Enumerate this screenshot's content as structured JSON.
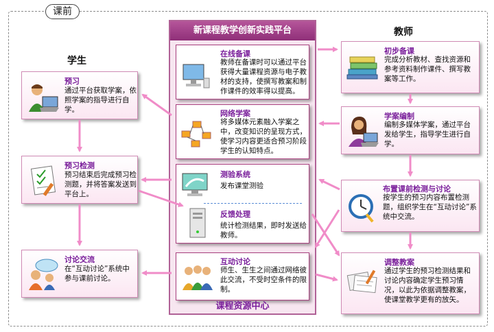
{
  "section_label": "课前",
  "student_title": "学生",
  "teacher_title": "教师",
  "platform": {
    "title": "新课程教学创新实践平台",
    "footer": "课程资源中心"
  },
  "center": {
    "online_prep": {
      "title": "在线备课",
      "desc": "教师在备课时可以通过平台获得大量课程资源与电子教材的支持，使撰写教案和制作课件的效率得以提高。"
    },
    "network_plan": {
      "title": "网络学案",
      "desc": "将多媒体元素融入学案之中，改变知识的呈现方式，使学习内容更适合预习阶段学生的认知特点。"
    },
    "test_system": {
      "title": "测验系统",
      "desc": "发布课堂测验"
    },
    "feedback": {
      "title": "反馈处理",
      "desc": "统计检测结果，即时发送给教师。"
    },
    "interaction": {
      "title": "互动讨论",
      "desc": "师生、生生之间通过网络彼此交流，不受时空条件的限制。"
    }
  },
  "student": {
    "preview": {
      "title": "预习",
      "desc": "通过平台获取学案，依照学案的指导进行自学。"
    },
    "preview_test": {
      "title": "预习检测",
      "desc": "预习结束后完成预习检测题，并将答案发送到平台上。"
    },
    "discussion": {
      "title": "讨论交流",
      "desc": "在“互动讨论”系统中参与课前讨论。"
    }
  },
  "teacher": {
    "initial_prep": {
      "title": "初步备课",
      "desc": "完成分析教材、查找资源和参考资料制作课件、撰写教案等工作。"
    },
    "plan_making": {
      "title": "学案编制",
      "desc": "编制多媒体学案，通过平台发给学生，指导学生进行自学。"
    },
    "assign_test": {
      "title": "布置课前检测与讨论",
      "desc": "按学生的预习内容布置检测题，组织学生在“互动讨论”系统中交流。"
    },
    "adjust_plan": {
      "title": "调整教案",
      "desc": "通过学生的预习检测结果和讨论内容确定学生预习情况，以此为依据调整教案，使课堂教学更有的放矢。"
    }
  },
  "colors": {
    "arrow": "#f08cc8",
    "accent": "#7a1f9b",
    "header": "#a4438b"
  }
}
